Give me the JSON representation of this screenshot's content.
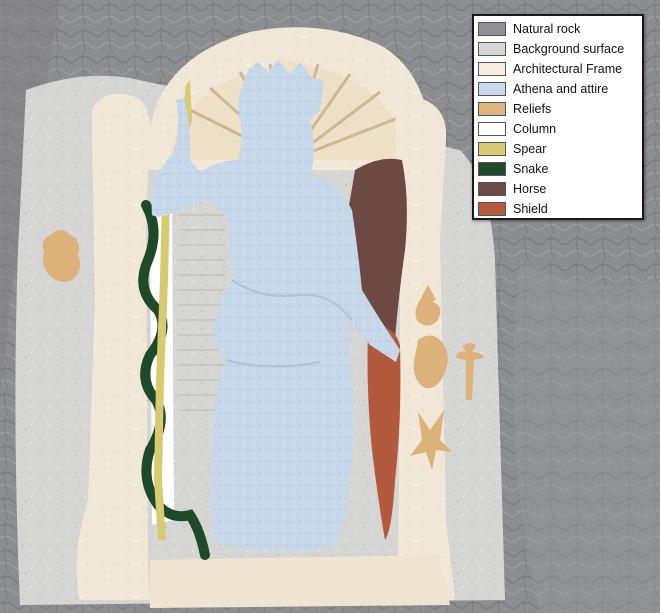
{
  "legend": {
    "items": [
      {
        "label": "Natural rock",
        "color": "#8e9096"
      },
      {
        "label": "Background surface",
        "color": "#d6d6d6"
      },
      {
        "label": "Architectural Frame",
        "color": "#f6ede0"
      },
      {
        "label": "Athena and attire",
        "color": "#c7d9ea"
      },
      {
        "label": "Reliefs",
        "color": "#deb57e"
      },
      {
        "label": "Column",
        "color": "#ffffff"
      },
      {
        "label": "Spear",
        "color": "#d8cb72"
      },
      {
        "label": "Snake",
        "color": "#1f4a2a"
      },
      {
        "label": "Horse",
        "color": "#6e4a45"
      },
      {
        "label": "Shield",
        "color": "#b45a3f"
      }
    ]
  }
}
